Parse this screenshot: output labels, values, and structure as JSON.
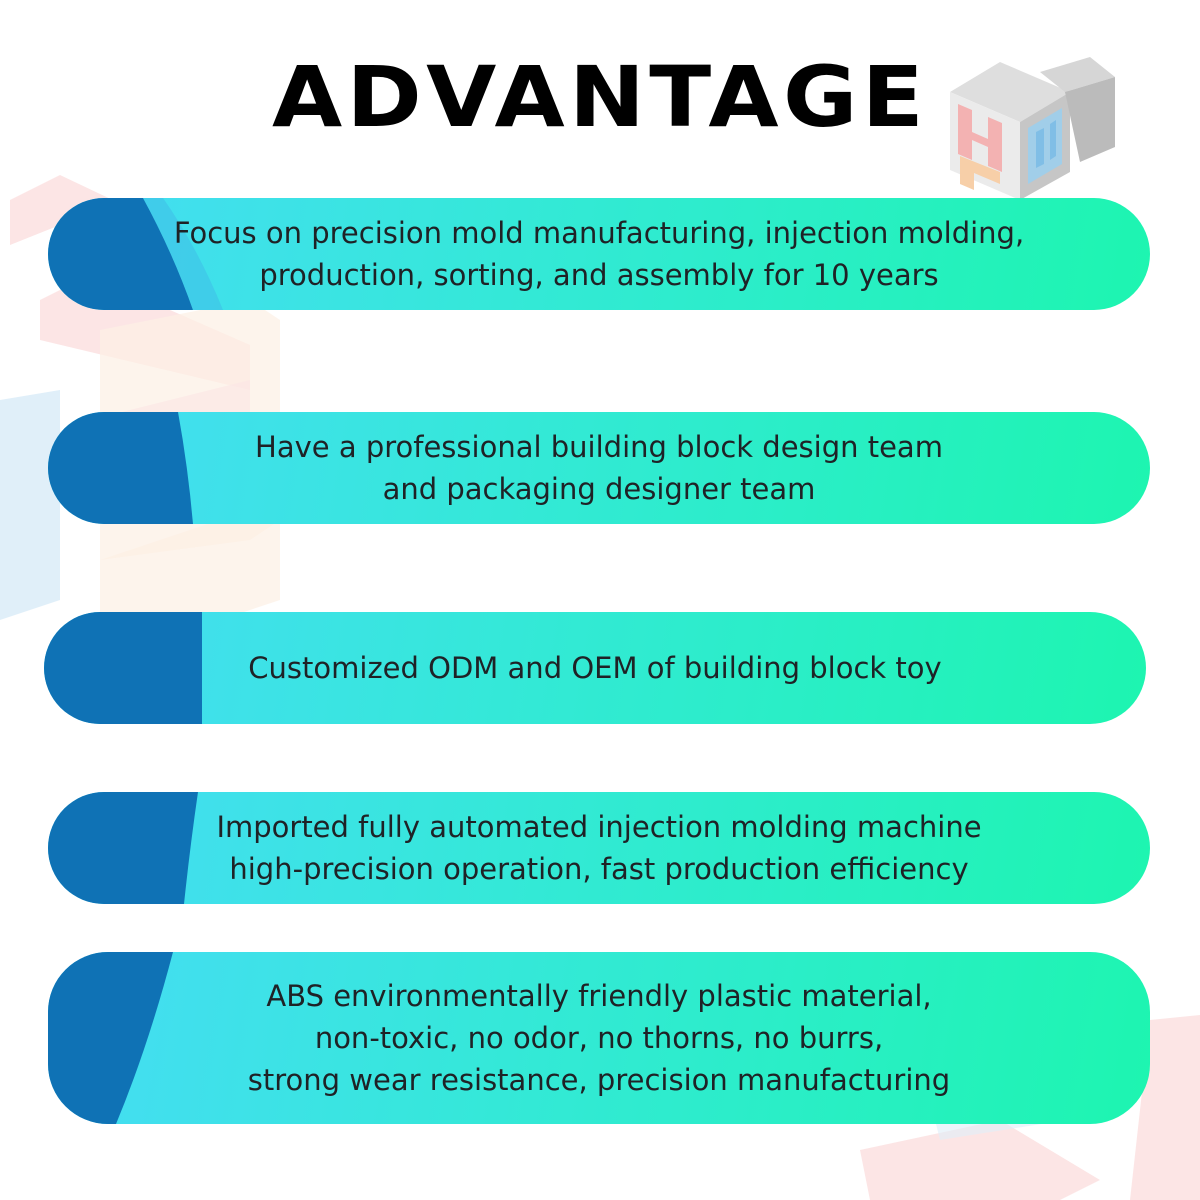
{
  "title": "ADVANTAGE",
  "colors": {
    "pill_gradient_start": "#46dcf5",
    "pill_gradient_end": "#1df5b0",
    "accent_blue": "#0f72b5",
    "logo_red": "#f2a5a5",
    "logo_blue": "#8cc6ea",
    "logo_orange": "#f6c79a"
  },
  "logo": {
    "icon": "3d-letter-cube-logo"
  },
  "advantages": [
    {
      "text": "Focus on precision mold manufacturing, injection molding,\nproduction, sorting, and assembly for 10 years"
    },
    {
      "text": "Have a professional building block design team\nand packaging designer team"
    },
    {
      "text": "Customized ODM and OEM of building block toy"
    },
    {
      "text": "Imported fully automated injection molding machine\nhigh-precision operation, fast production efficiency"
    },
    {
      "text": "ABS environmentally friendly plastic material,\nnon-toxic, no odor, no thorns, no burrs,\nstrong wear resistance, precision manufacturing"
    }
  ]
}
